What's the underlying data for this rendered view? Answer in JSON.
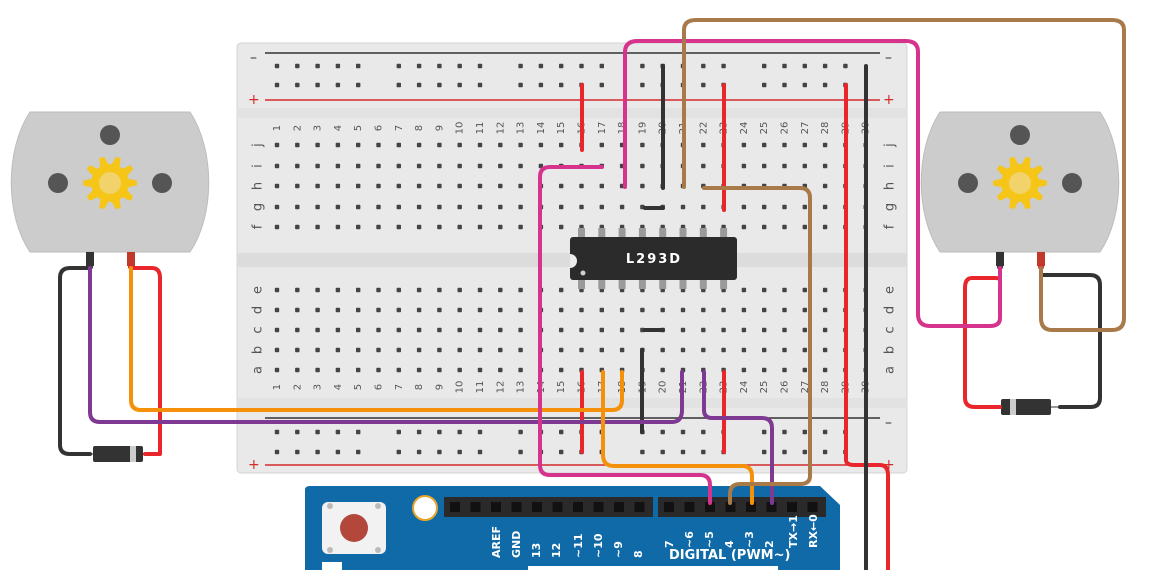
{
  "breadboard": {
    "columns": [
      "1",
      "2",
      "3",
      "4",
      "5",
      "6",
      "7",
      "8",
      "9",
      "10",
      "11",
      "12",
      "13",
      "14",
      "15",
      "16",
      "17",
      "18",
      "19",
      "20",
      "21",
      "22",
      "23",
      "24",
      "25",
      "26",
      "27",
      "28",
      "29",
      "30"
    ],
    "rows_top": [
      "j",
      "i",
      "h",
      "g",
      "f"
    ],
    "rows_bottom": [
      "e",
      "d",
      "c",
      "b",
      "a"
    ],
    "rail_minus": "–",
    "rail_plus": "+"
  },
  "chip": {
    "label": "L293D"
  },
  "arduino": {
    "pins_left": [
      "AREF",
      "GND",
      "13",
      "12",
      "~11",
      "~10",
      "~9",
      "8"
    ],
    "pins_right": [
      "7",
      "~6",
      "~5",
      "4",
      "~3",
      "2",
      "TX→1",
      "RX←0"
    ],
    "digital_label": "DIGITAL (PWM~)"
  },
  "colors": {
    "breadboard": "#ececec",
    "wire_red": "#e8262b",
    "wire_black": "#333333",
    "wire_orange": "#f5900b",
    "wire_purple": "#7e3a92",
    "wire_pink": "#d6338d",
    "wire_brown": "#a87a4a",
    "arduino_blue": "#0f6aa7",
    "motor_body": "#c9c9c9",
    "gear": "#f5c518"
  }
}
